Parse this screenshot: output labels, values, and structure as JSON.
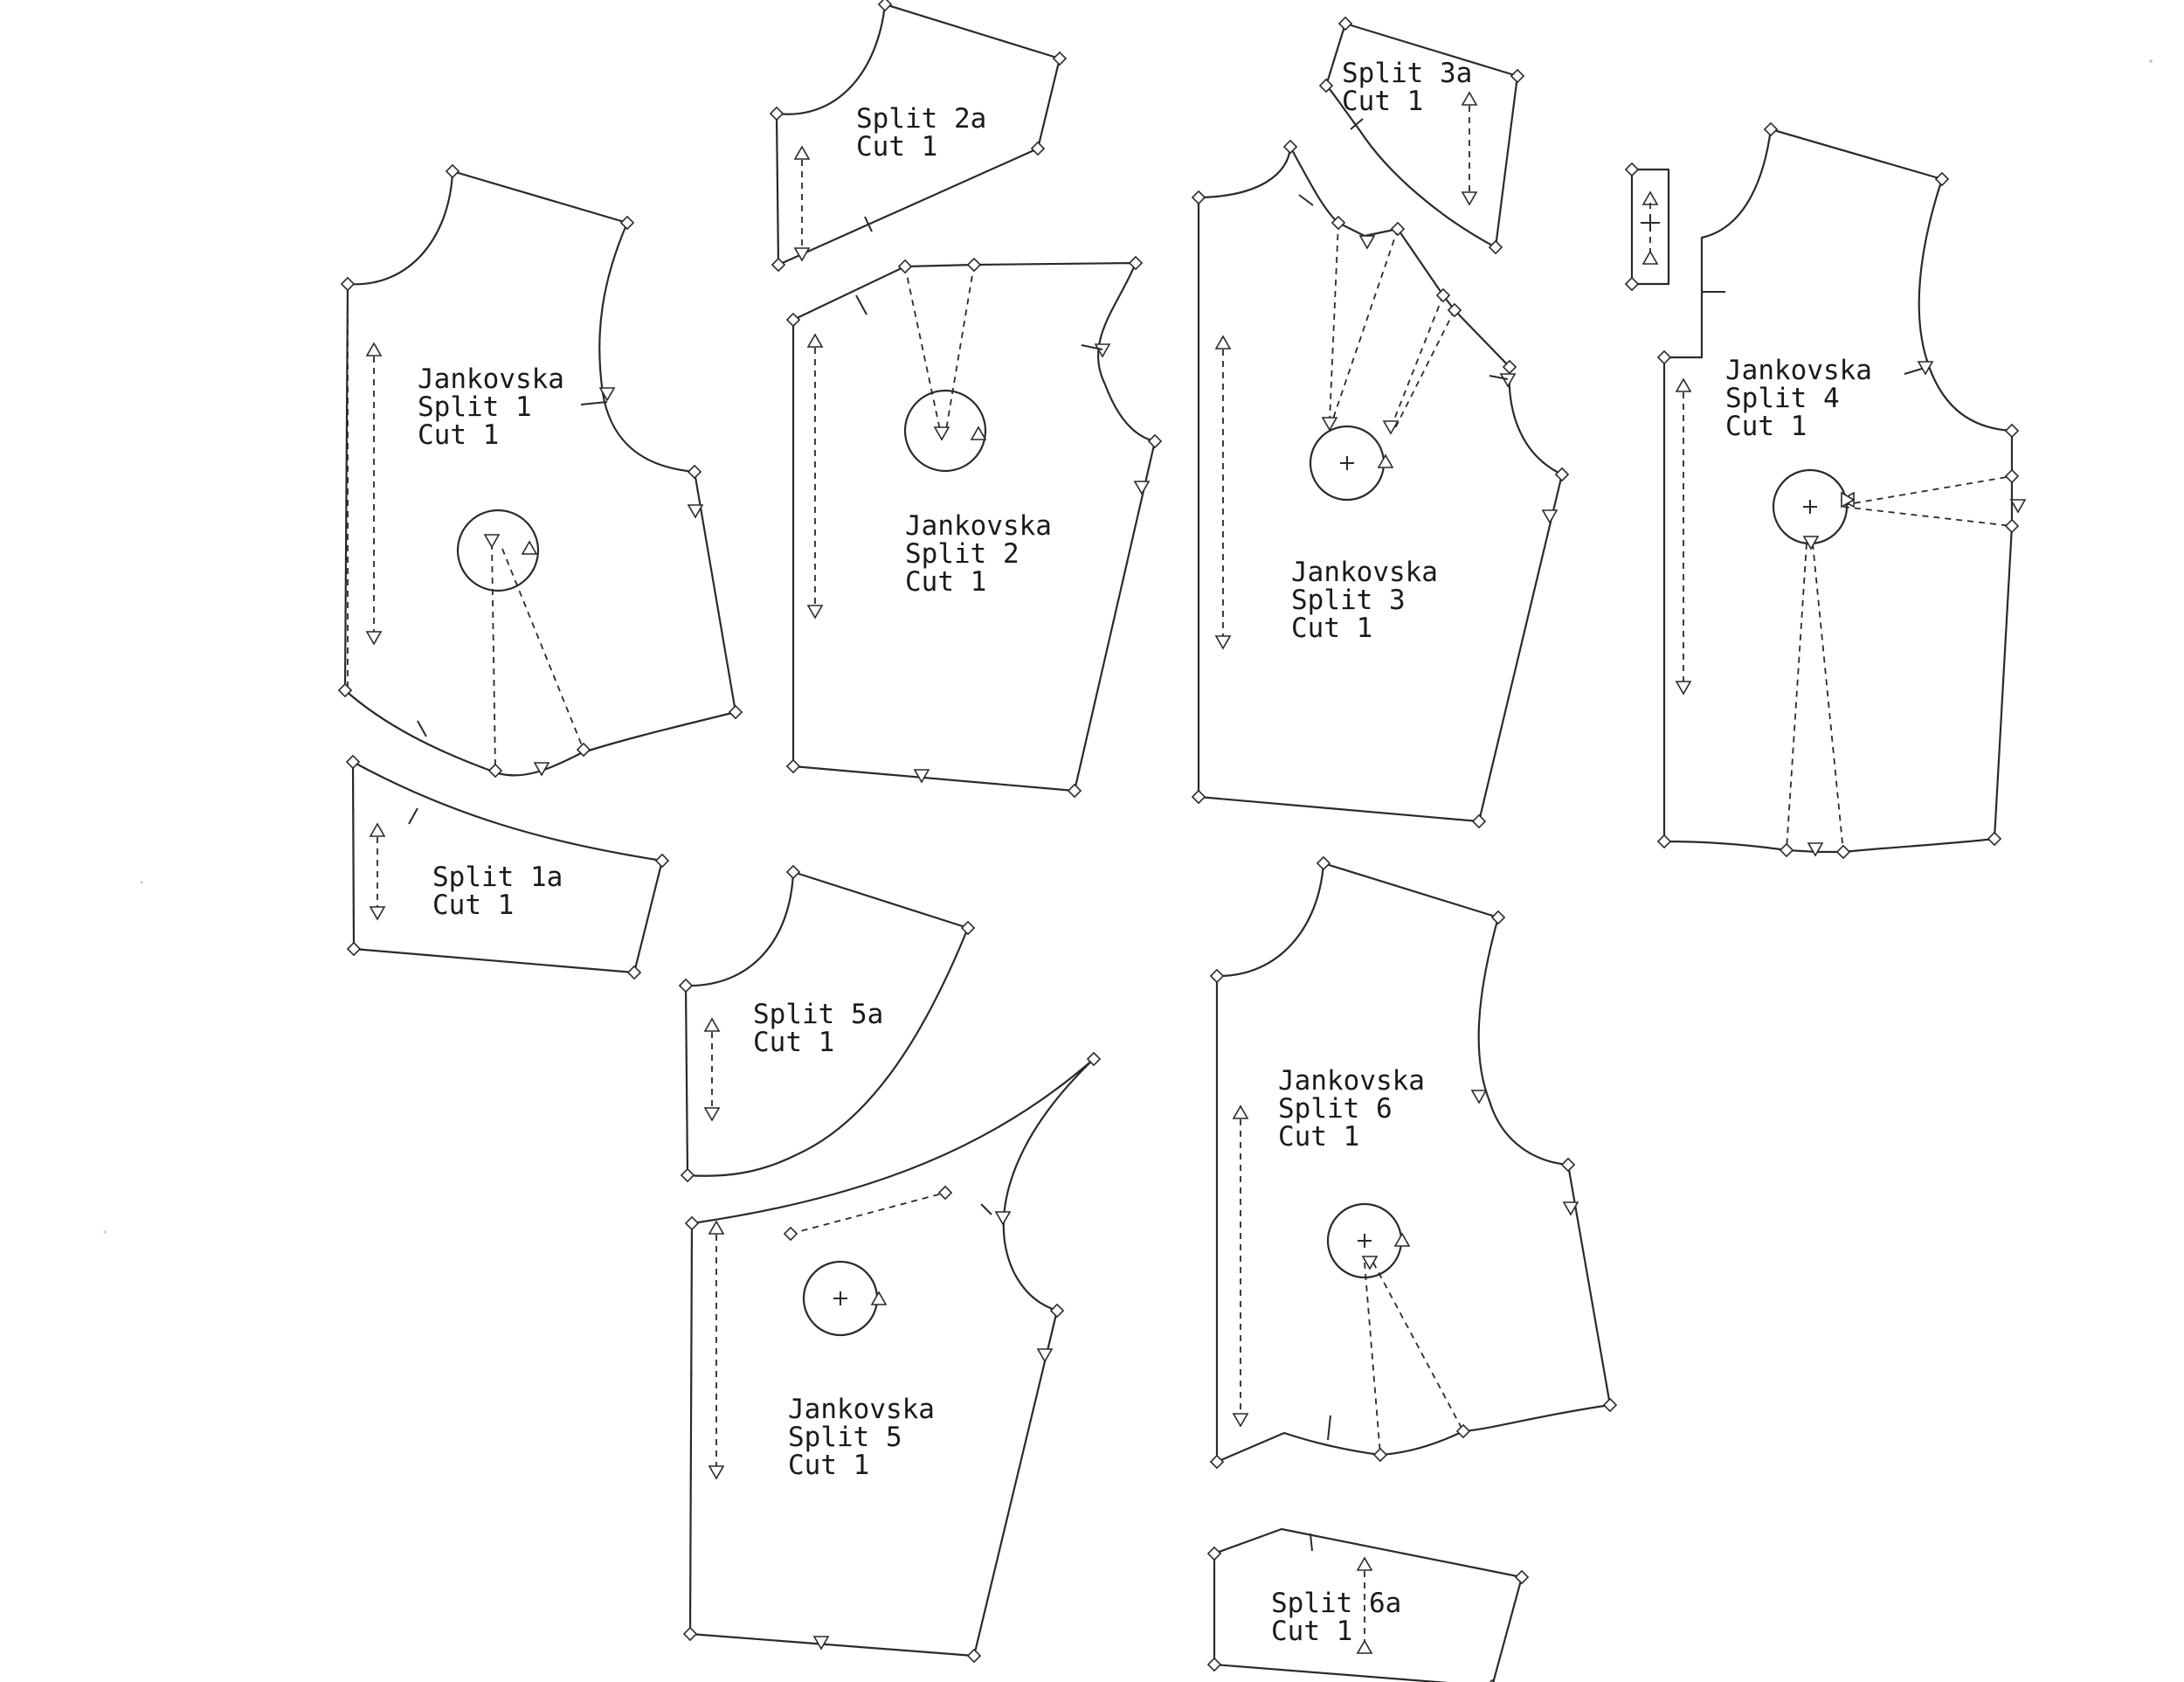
{
  "sheet": {
    "pieces": [
      {
        "id": "split-1",
        "lines": [
          "Jankovska",
          "Split 1",
          "Cut 1"
        ]
      },
      {
        "id": "split-1a",
        "lines": [
          "Split 1a",
          "Cut 1"
        ]
      },
      {
        "id": "split-2a",
        "lines": [
          "Split 2a",
          "Cut 1"
        ]
      },
      {
        "id": "split-2",
        "lines": [
          "Jankovska",
          "Split 2",
          "Cut 1"
        ]
      },
      {
        "id": "split-3a",
        "lines": [
          "Split 3a",
          "Cut 1"
        ]
      },
      {
        "id": "split-3",
        "lines": [
          "Jankovska",
          "Split 3",
          "Cut 1"
        ]
      },
      {
        "id": "split-4",
        "lines": [
          "Jankovska",
          "Split 4",
          "Cut 1"
        ]
      },
      {
        "id": "split-5a",
        "lines": [
          "Split 5a",
          "Cut 1"
        ]
      },
      {
        "id": "split-5",
        "lines": [
          "Jankovska",
          "Split 5",
          "Cut 1"
        ]
      },
      {
        "id": "split-6",
        "lines": [
          "Jankovska",
          "Split 6",
          "Cut 1"
        ]
      },
      {
        "id": "split-6a",
        "lines": [
          "Split 6a",
          "Cut 1"
        ]
      }
    ]
  }
}
